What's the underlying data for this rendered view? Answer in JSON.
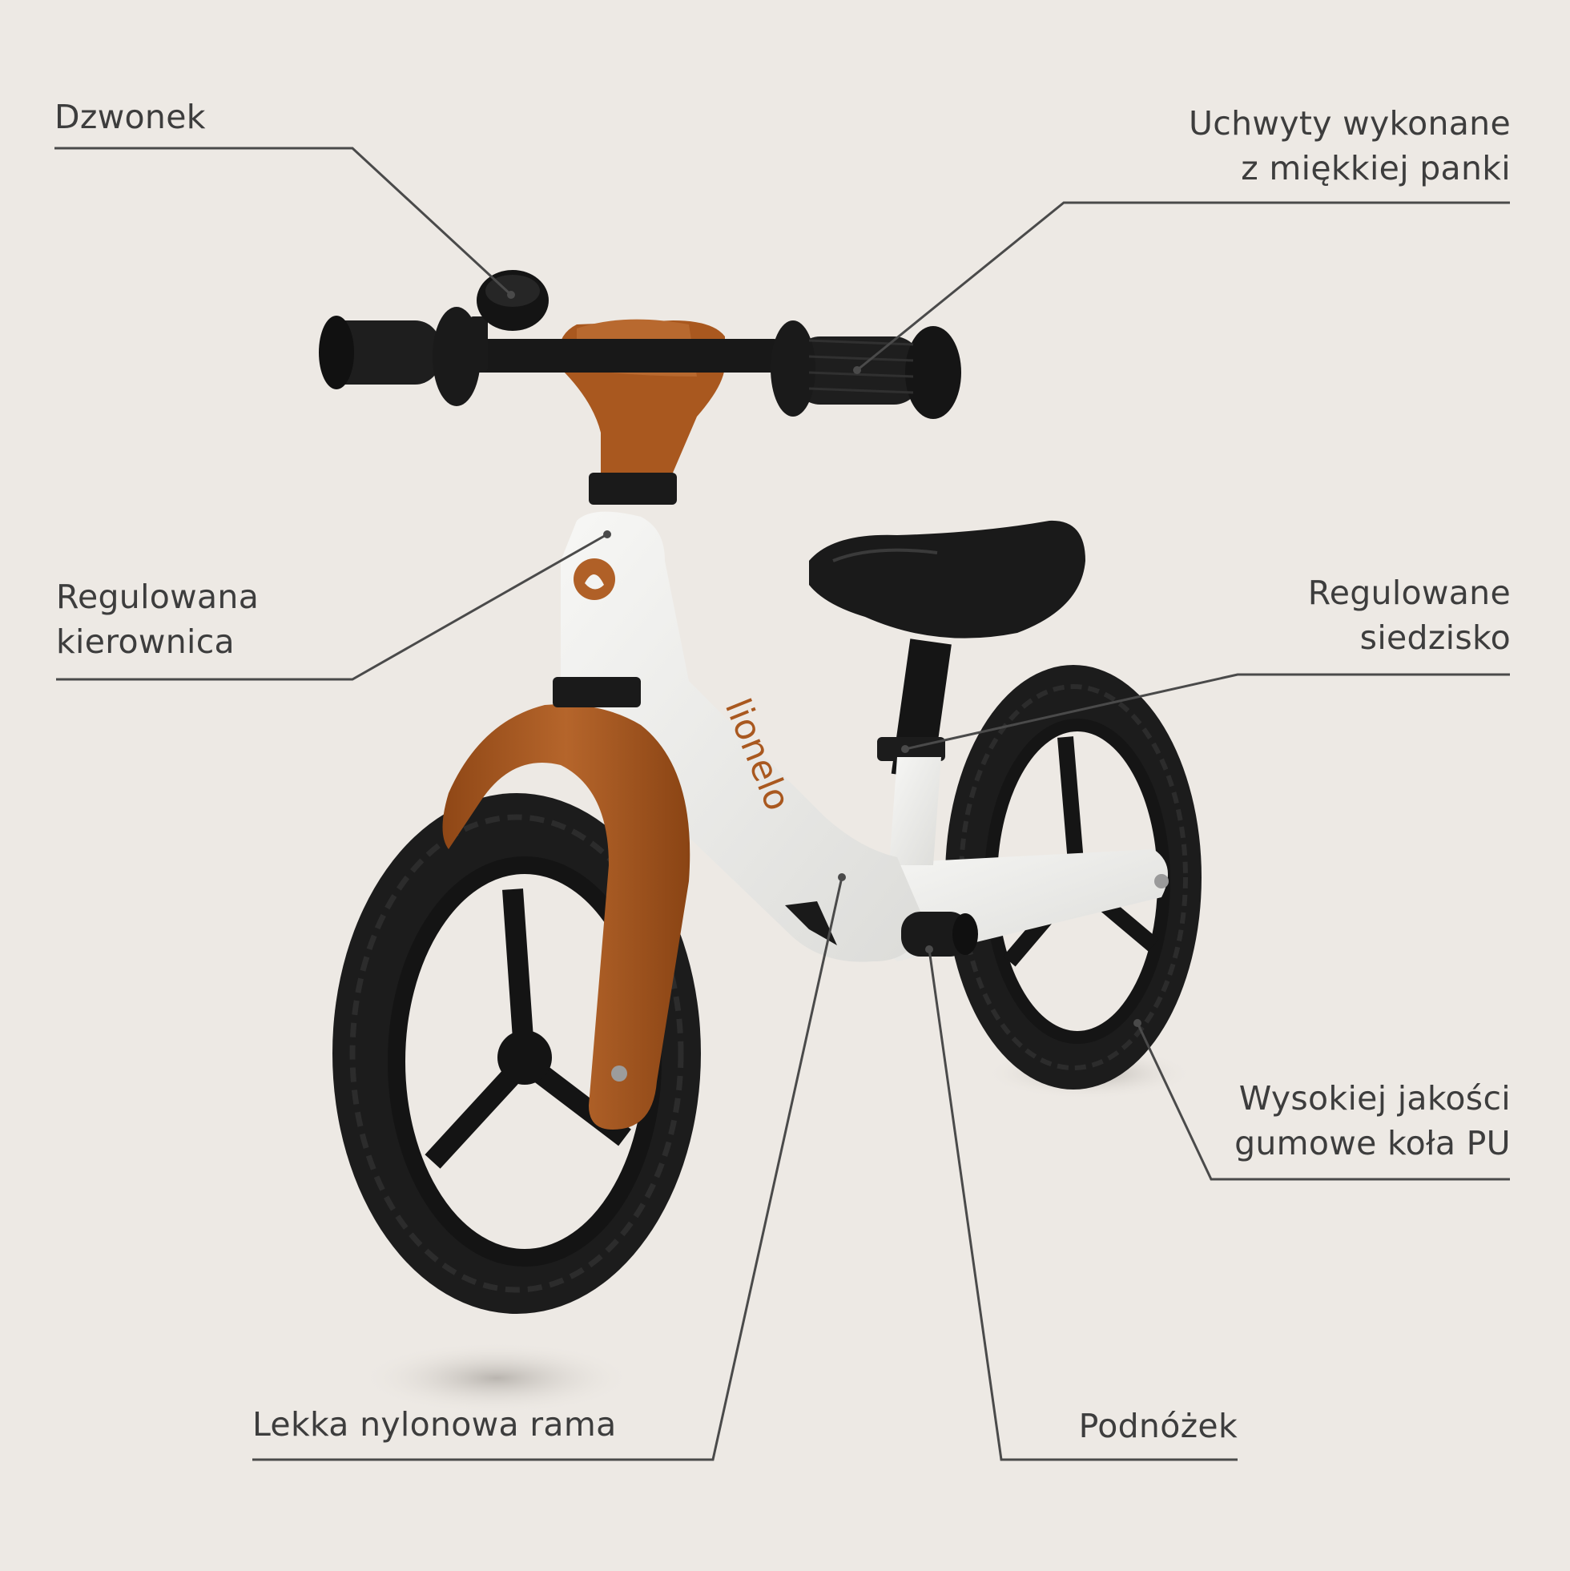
{
  "brand": "lionelo",
  "colors": {
    "background": "#ede9e4",
    "frame": "#ededeb",
    "accent": "#a9581f",
    "rubber": "#1c1c1c",
    "line": "#4a4a4a",
    "text": "#3d3d3d"
  },
  "callouts": {
    "bell": "Dzwonek",
    "grips": "Uchwyty wykonane\nz miękkiej panki",
    "handlebar": "Regulowana\nkierownica",
    "seat": "Regulowane\nsiedzisko",
    "wheels": "Wysokiej jakości\ngumowe koła PU",
    "frame": "Lekka nylonowa rama",
    "footrest": "Podnóżek"
  },
  "icons": [
    "bell-icon",
    "lionelo-logo-icon"
  ]
}
